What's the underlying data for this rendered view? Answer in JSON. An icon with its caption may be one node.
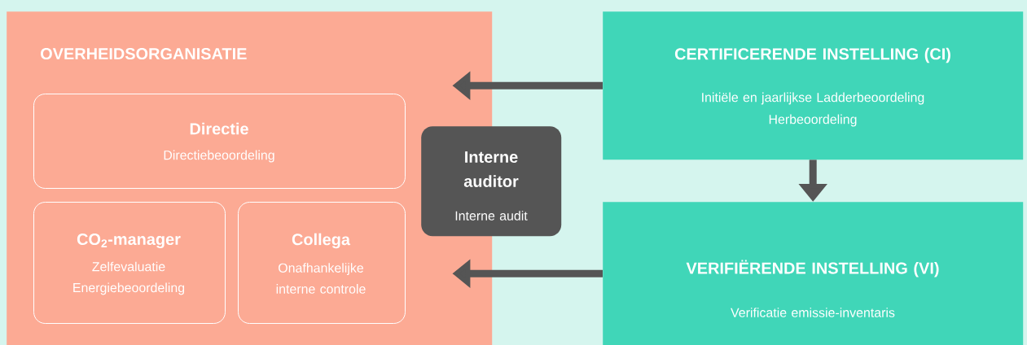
{
  "diagram": {
    "nodes": [
      {
        "text": [
          "OVERHEIDSORGANISATIE"
        ]
      },
      {
        "text": [
          "Directie",
          "Directiebeoordeling"
        ],
        "in": 0
      },
      {
        "text": [
          "CO$_{2}$-manager",
          "Zelfevaluatie Energiebeoordeling"
        ],
        "in": 0
      },
      {
        "text": [
          "Collega",
          "Onafhankelijke interne controle"
        ],
        "in": 0
      },
      {
        "text": [
          "Interne auditor",
          "Interne audit"
        ]
      },
      {
        "text": [
          "CERTIFICERENDE INSTELLING (CI)",
          "Initiële en jaarlijkse Ladderbeoordeling",
          "Herbeoordeling"
        ]
      },
      {
        "text": [
          "VERIFIËRENDE INSTELLING (VI)",
          "Verificatie emissie-inventaris"
        ]
      }
    ],
    "edges": [
      {
        "from": 5,
        "to": 0,
        "arrow": "to"
      },
      {
        "from": 5,
        "to": 6,
        "arrow": "to"
      },
      {
        "from": 6,
        "to": 0,
        "arrow": "to"
      }
    ]
  }
}
